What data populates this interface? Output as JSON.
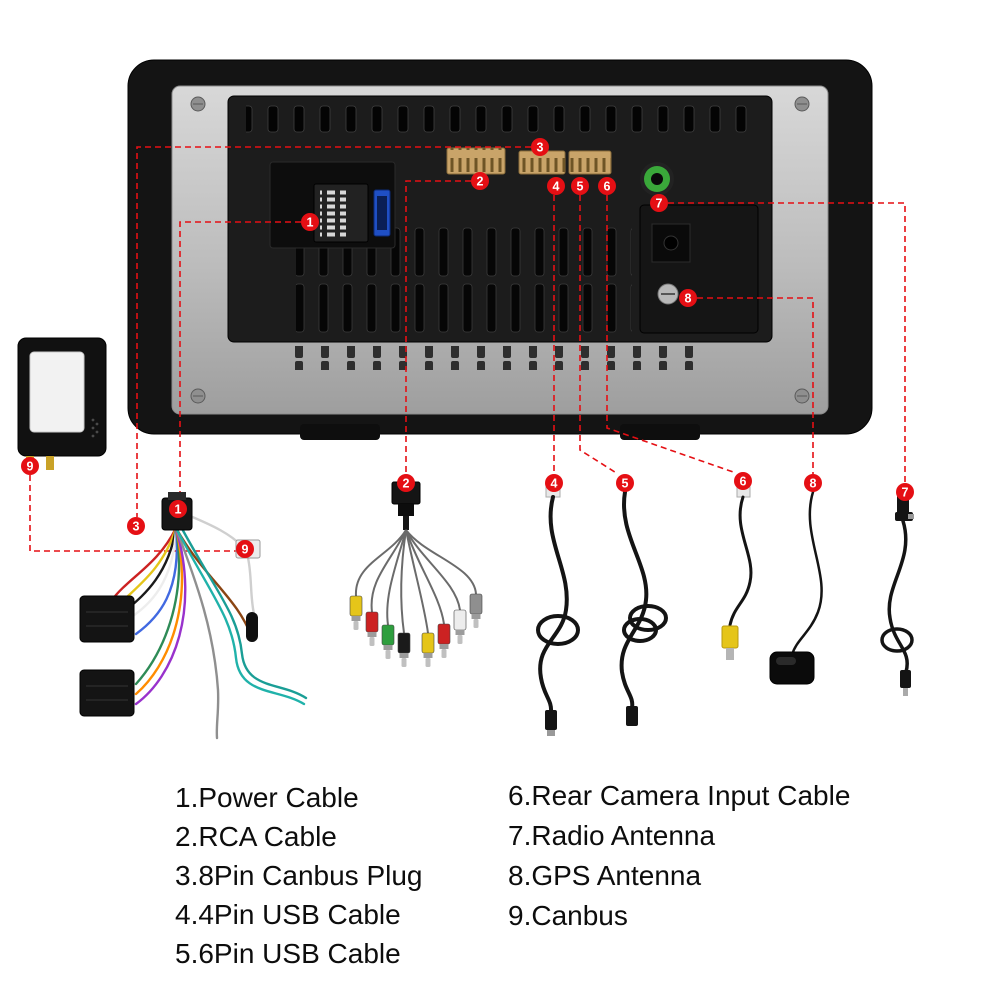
{
  "callout_numbers": [
    "1",
    "2",
    "3",
    "4",
    "5",
    "6",
    "7",
    "8",
    "9"
  ],
  "legend": {
    "left": [
      {
        "text": "1.Power Cable"
      },
      {
        "text": "2.RCA Cable"
      },
      {
        "text": "3.8Pin Canbus Plug"
      },
      {
        "text": "4.4Pin USB Cable"
      },
      {
        "text": "5.6Pin USB Cable"
      }
    ],
    "right": [
      {
        "text": "6.Rear Camera Input Cable"
      },
      {
        "text": "7.Radio Antenna"
      },
      {
        "text": "8.GPS Antenna"
      },
      {
        "text": "9.Canbus"
      }
    ]
  },
  "colors": {
    "callout_red": "#e50f14",
    "bezel_black": "#141414",
    "back_panel_silver": "#c6c6c6",
    "harness_connector_tan": "#c9a469",
    "antenna_jack_green": "#3aa83a",
    "usb_port_blue": "#1f4fc4",
    "rca_yellow": "#e5c519",
    "rca_red": "#cc2222",
    "rca_green": "#2e9e3e",
    "rca_white": "#ededed",
    "camera_plug_yellow": "#e5c519"
  }
}
